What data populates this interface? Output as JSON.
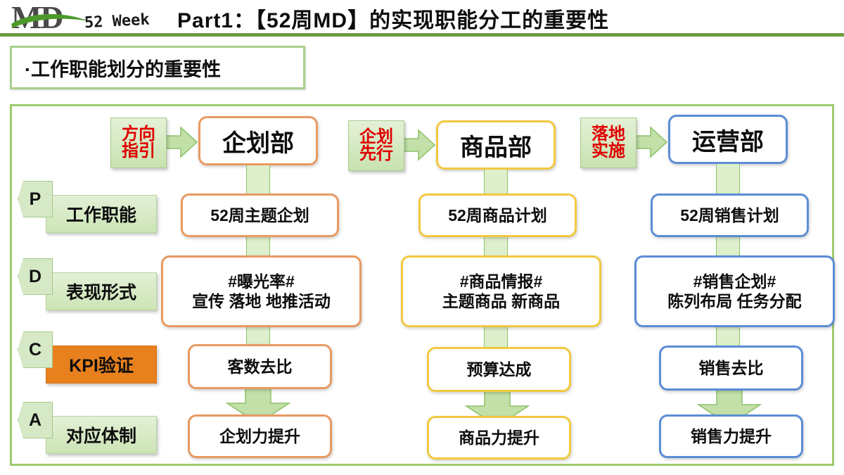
{
  "header": {
    "logo_name": "md-logo",
    "logo_sub": "52 Week",
    "title": "Part1：【52周MD】的实现职能分工的重要性",
    "rule_color": "#6E9B42"
  },
  "subtitle": {
    "text": "·工作职能划分的重要性",
    "border_color": "#A8D08D"
  },
  "pdca": [
    {
      "badge": "P",
      "label": "工作职能",
      "accent": false
    },
    {
      "badge": "D",
      "label": "表现形式",
      "accent": false
    },
    {
      "badge": "C",
      "label": "KPI验证",
      "accent": true
    },
    {
      "badge": "A",
      "label": "对应体制",
      "accent": false
    }
  ],
  "accent_colors": {
    "orange_fill": "#E8801E",
    "orange_border": "#E89A62",
    "yellow_border": "#F2C840",
    "blue_border": "#5B8DD6",
    "green_frame": "#9BCB6E",
    "green_connector": "#DDEFCB",
    "red_text": "#E00000"
  },
  "columns": [
    {
      "source_line1": "方向",
      "source_line2": "指引",
      "dept": "企划部",
      "plan": "52周主题企划",
      "form_line1": "#曝光率#",
      "form_line2": "宣传 落地 地推活动",
      "kpi": "客数去比",
      "result": "企划力提升"
    },
    {
      "source_line1": "企划",
      "source_line2": "先行",
      "dept": "商品部",
      "plan": "52周商品计划",
      "form_line1": "#商品情报#",
      "form_line2": "主题商品 新商品",
      "kpi": "预算达成",
      "result": "商品力提升"
    },
    {
      "source_line1": "落地",
      "source_line2": "实施",
      "dept": "运营部",
      "plan": "52周销售计划",
      "form_line1": "#销售企划#",
      "form_line2": "陈列布局 任务分配",
      "kpi": "销售去比",
      "result": "销售力提升"
    }
  ]
}
